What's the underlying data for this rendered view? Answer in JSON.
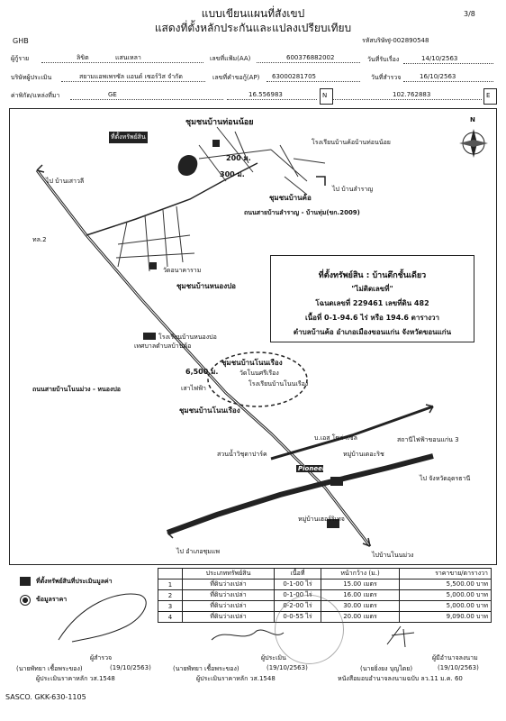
{
  "header": {
    "title": "แบบเขียนแผนที่สังเขป",
    "subtitle": "แสดงที่ตั้งหลักประกันและแปลงเปรียบเทียบ",
    "page": "3/8",
    "bank": "GHB",
    "project_label": "รหัสบริษัท",
    "project_code": "J-002890548"
  },
  "form": {
    "borrower_label": "ผู้กู้ราย",
    "borrower_first": "ลิขิต",
    "borrower_last": "แสนเหลา",
    "app_no_label": "เลขที่แฟ้ม(AA)",
    "app_no": "600376882002",
    "receive_date_label": "วันที่รับเรื่อง",
    "receive_date": "14/10/2563",
    "company_label": "บริษัทผู้ประเมิน",
    "company": "สยามแอพเพรซัล แอนด์ เซอร์วิส จำกัด",
    "req_no_label": "เลขที่คำขอกู้(AP)",
    "req_no": "63000281705",
    "survey_date_label": "วันที่สำรวจ",
    "survey_date": "16/10/2563",
    "coord_label": "ค่าพิกัด/แหล่งที่มา",
    "coord_source": "GE",
    "coord_n_value": "16.556983",
    "coord_n": "N",
    "coord_e_value": "102.762883",
    "coord_e": "E"
  },
  "map": {
    "labels": {
      "village_ton": "ชุมชนบ้านท่อนน้อย",
      "property_tag": "ที่ตั้งทรัพย์สิน",
      "school_ton": "โรงเรียนบ้านค้อบ้านท่อนน้อย",
      "dist_200": "200 ม.",
      "dist_300": "300 ม.",
      "village_kho": "ชุมชนบ้านค้อ",
      "to_sao_li": "ไป บ้านเสาวลี",
      "to_lamran": "ไป บ้านลำราญ",
      "road_lamran": "ถนนสายบ้านลำราญ - บ้านทุ่ม(ขก.2009)",
      "road_id": "ทล.2",
      "temple_pa": "วัดอนาคาราม",
      "village_nongpo": "ชุมชนบ้านหนองปอ",
      "school_nongpo": "โรงเรียนบ้านหนองปอ",
      "municipality": "เทศบาลตำบลบ้านค้อ",
      "dist_6500": "6,500 ม.",
      "road_nonmuang": "ถนนสายบ้านโนนม่วง - หนองปอ",
      "village_nonruang": "ชุมชนบ้านโนนเรือง",
      "temple_nonruang": "วัดโนนศรีเรือง",
      "school_nonruang": "โรงเรียนบ้านโนนเรือง",
      "pole": "เสาไฟฟ้า",
      "village_nonruang2": "ชุมชนบ้านโนนเรือง",
      "bj_solar": "บ.เอส โซล่าเซล",
      "station": "สถานีไฟฟ้าขอนแก่น 3",
      "water_park": "สวนน้ำวิชุดาปาร์ค",
      "housing": "หมู่บ้านเดอะริช",
      "pioneer": "Pioneer",
      "to_udon": "ไป จังหวัดอุดรธานี",
      "housing2": "หมู่บ้านเฮอร์ริเทจ",
      "to_chumphae": "ไป อำเภอชุมแพ",
      "to_nonmuang": "ไปบ้านโนนม่วง",
      "compass": "N"
    },
    "info": {
      "line1": "ที่ตั้งทรัพย์สิน : บ้านตึกชั้นเดียว",
      "line2": "\"ไม่ติดเลขที่\"",
      "line3": "โฉนดเลขที่ 229461 เลขที่ดิน 482",
      "line4": "เนื้อที่ 0-1-94.6 ไร่ หรือ 194.6 ตารางวา",
      "line5": "ตำบลบ้านค้อ อำเภอเมืองขอนแก่น จังหวัดขอนแก่น"
    }
  },
  "legend": {
    "property": "ที่ตั้งทรัพย์สินที่ประเมินมูลค่า",
    "comparable": "ข้อมูลราคา"
  },
  "table": {
    "headers": [
      "",
      "ประเภททรัพย์สิน",
      "เนื้อที่",
      "หน้ากว้าง (ม.)",
      "ราคาขาย/ตารางวา"
    ],
    "rows": [
      [
        "1",
        "ที่ดินว่างเปล่า",
        "0-1-00 ไร่",
        "15.00 เมตร",
        "5,500.00 บาท"
      ],
      [
        "2",
        "ที่ดินว่างเปล่า",
        "0-1-00 ไร่",
        "16.00 เมตร",
        "5,000.00 บาท"
      ],
      [
        "3",
        "ที่ดินว่างเปล่า",
        "0-2-00 ไร่",
        "30.00 เมตร",
        "5,000.00 บาท"
      ],
      [
        "4",
        "ที่ดินว่างเปล่า",
        "0-0-55 ไร่",
        "20.00 เมตร",
        "9,090.00 บาท"
      ]
    ]
  },
  "signatures": {
    "s1_role": "ผู้สำรวจ",
    "s1_name": "(นายพัทยา  เชื้อพระของ)",
    "s1_date": "(19/10/2563)",
    "s1_cert": "ผู้ประเมินราคาหลัก วส.1548",
    "s2_role": "ผู้ประเมิน",
    "s2_name": "(นายพัทยา  เชื้อพระของ)",
    "s2_date": "(19/10/2563)",
    "s2_cert": "ผู้ประเมินราคาหลัก วส.1548",
    "s3_role": "ผู้มีอำนาจลงนาม",
    "s3_name": "(นายยิ่งยง  บุญไตย)",
    "s3_date": "(19/10/2563)",
    "s3_cert": "หนังสือมอบอำนาจลงนามฉบับ ลว.11 ม.ค. 60"
  },
  "footer": {
    "code": "SASCO. GKK-630-1105"
  }
}
